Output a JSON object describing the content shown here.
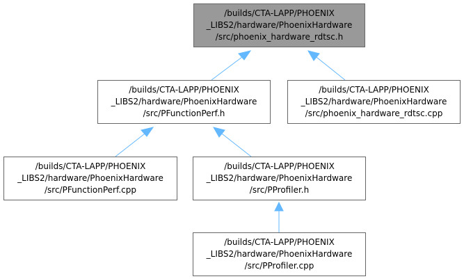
{
  "colors": {
    "node_border": "#666666",
    "node_fill": "#ffffff",
    "root_fill": "#999999",
    "edge": "#63b8ff"
  },
  "nodes": {
    "rdtsc_h": {
      "lines": [
        "/builds/CTA-LAPP/PHOENIX",
        "_LIBS2/hardware/PhoenixHardware",
        "/src/phoenix_hardware_rdtsc.h"
      ]
    },
    "pfunctionperf_h": {
      "lines": [
        "/builds/CTA-LAPP/PHOENIX",
        "_LIBS2/hardware/PhoenixHardware",
        "/src/PFunctionPerf.h"
      ]
    },
    "rdtsc_cpp": {
      "lines": [
        "/builds/CTA-LAPP/PHOENIX",
        "_LIBS2/hardware/PhoenixHardware",
        "/src/phoenix_hardware_rdtsc.cpp"
      ]
    },
    "pfunctionperf_cpp": {
      "lines": [
        "/builds/CTA-LAPP/PHOENIX",
        "_LIBS2/hardware/PhoenixHardware",
        "/src/PFunctionPerf.cpp"
      ]
    },
    "pprofiler_h": {
      "lines": [
        "/builds/CTA-LAPP/PHOENIX",
        "_LIBS2/hardware/PhoenixHardware",
        "/src/PProfiler.h"
      ]
    },
    "pprofiler_cpp": {
      "lines": [
        "/builds/CTA-LAPP/PHOENIX",
        "_LIBS2/hardware/PhoenixHardware",
        "/src/PProfiler.cpp"
      ]
    }
  },
  "edges": [
    {
      "from": "pfunctionperf_h",
      "to": "rdtsc_h"
    },
    {
      "from": "rdtsc_cpp",
      "to": "rdtsc_h"
    },
    {
      "from": "pfunctionperf_cpp",
      "to": "pfunctionperf_h"
    },
    {
      "from": "pprofiler_h",
      "to": "pfunctionperf_h"
    },
    {
      "from": "pprofiler_cpp",
      "to": "pprofiler_h"
    }
  ]
}
